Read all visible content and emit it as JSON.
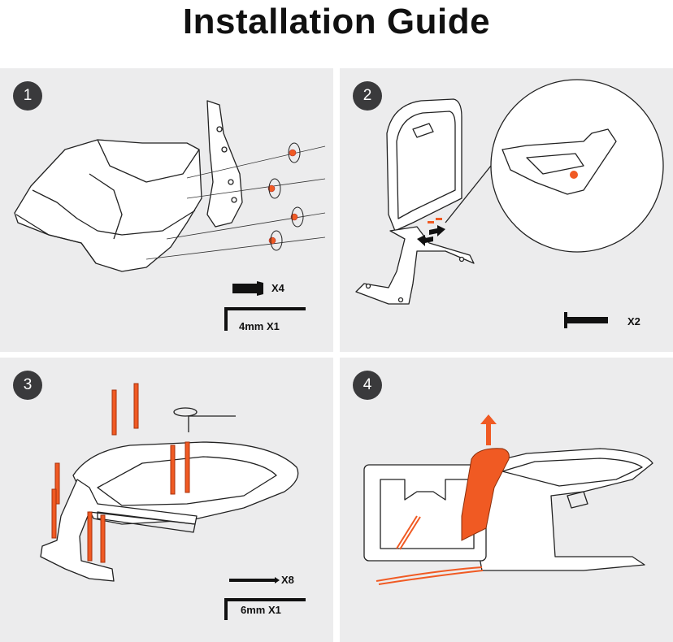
{
  "title": "Installation Guide",
  "steps": [
    {
      "number": "1",
      "hardware": [
        {
          "label": "X4",
          "icon": "bolt-icon"
        },
        {
          "label": "4mm X1",
          "icon": "hex-key-icon"
        }
      ]
    },
    {
      "number": "2",
      "hardware": [
        {
          "label": "X2",
          "icon": "pin-icon"
        }
      ]
    },
    {
      "number": "3",
      "hardware": [
        {
          "label": "X8",
          "icon": "screw-icon"
        },
        {
          "label": "6mm X1",
          "icon": "hex-key-icon"
        }
      ]
    },
    {
      "number": "4",
      "hardware": []
    }
  ],
  "colors": {
    "panel_bg": "#ececed",
    "accent": "#f05a23",
    "badge": "#3a3a3c",
    "line": "#222222"
  }
}
